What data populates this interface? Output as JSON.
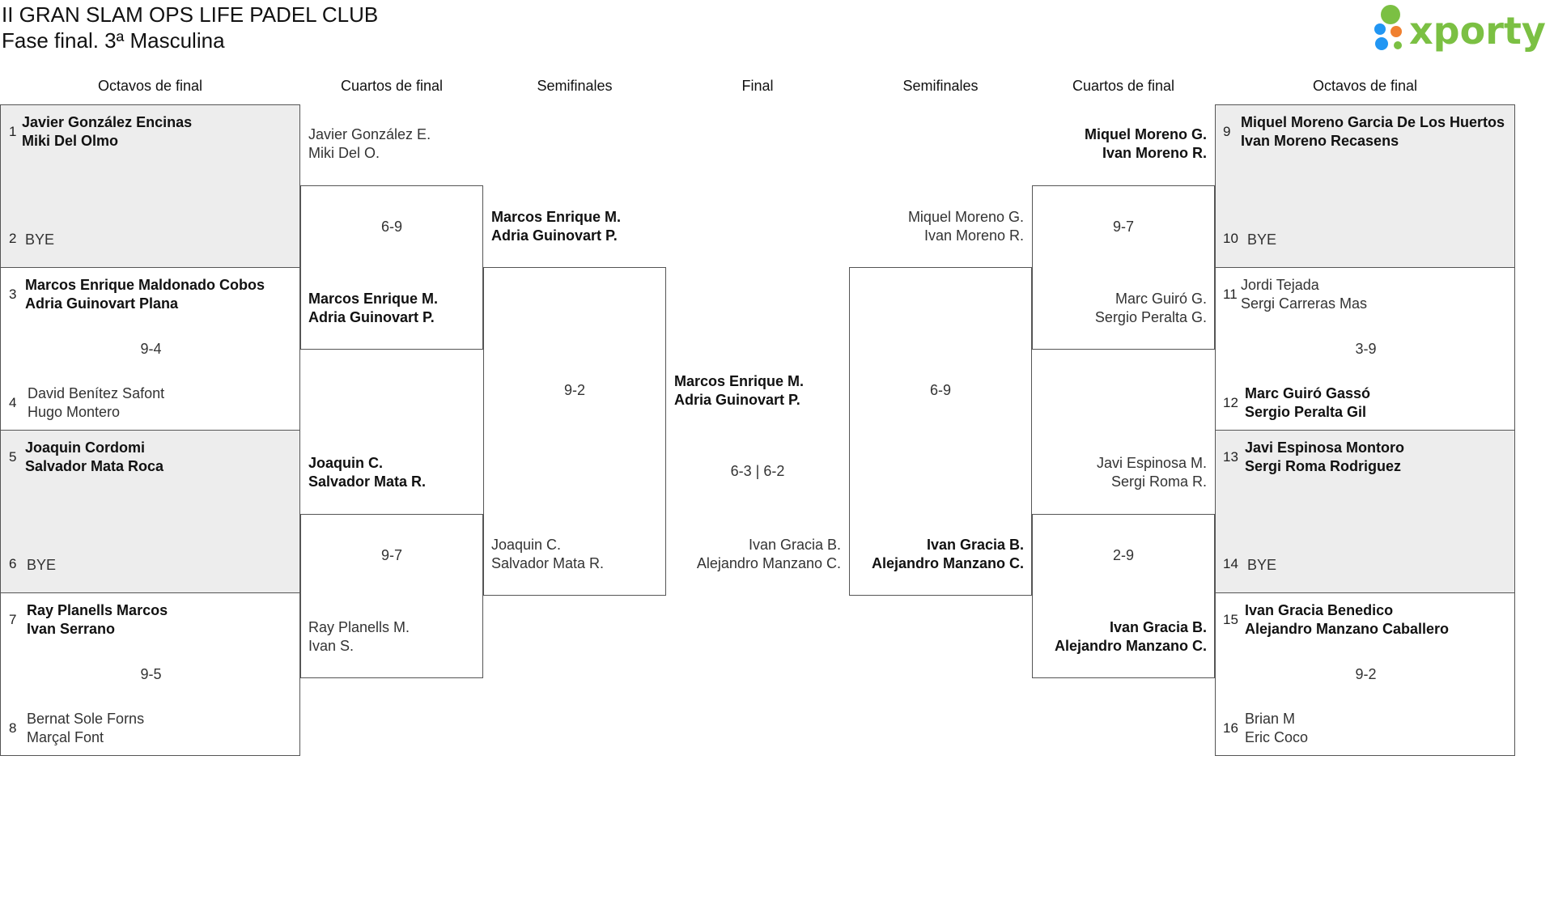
{
  "header": {
    "title": "II GRAN SLAM OPS LIFE PADEL CLUB",
    "subtitle": "Fase final. 3ª Masculina",
    "logo_text": "xporty",
    "logo_color": "#7bc043"
  },
  "columns": [
    "Octavos de final",
    "Cuartos de final",
    "Semifinales",
    "Final",
    "Semifinales",
    "Cuartos de final",
    "Octavos de final"
  ],
  "left_r16": [
    {
      "seed_a": "1",
      "a1": "Javier González Encinas",
      "a2": "Miki Del Olmo",
      "seed_b": "2",
      "b1": "BYE",
      "b2": "",
      "score": ""
    },
    {
      "seed_a": "3",
      "a1": "Marcos Enrique Maldonado Cobos",
      "a2": "Adria Guinovart Plana",
      "seed_b": "4",
      "b1": "David Benítez Safont",
      "b2": "Hugo Montero",
      "score": "9-4"
    },
    {
      "seed_a": "5",
      "a1": "Joaquin Cordomi",
      "a2": "Salvador Mata Roca",
      "seed_b": "6",
      "b1": "BYE",
      "b2": "",
      "score": ""
    },
    {
      "seed_a": "7",
      "a1": "Ray Planells Marcos",
      "a2": "Ivan Serrano",
      "seed_b": "8",
      "b1": "Bernat Sole Forns",
      "b2": "Marçal Font",
      "score": "9-5"
    }
  ],
  "left_qf": [
    {
      "a1": "Javier González E.",
      "a2": "Miki Del O.",
      "b1": "Marcos Enrique M.",
      "b2": "Adria Guinovart P.",
      "score": "6-9"
    },
    {
      "a1": "Joaquin C.",
      "a2": "Salvador Mata R.",
      "b1": "Ray Planells M.",
      "b2": "Ivan S.",
      "score": "9-7"
    }
  ],
  "left_sf": {
    "a1": "Marcos Enrique M.",
    "a2": "Adria Guinovart P.",
    "b1": "Joaquin C.",
    "b2": "Salvador Mata R.",
    "score": "9-2"
  },
  "final": {
    "a1": "Marcos Enrique M.",
    "a2": "Adria Guinovart P.",
    "b1": "Ivan Gracia B.",
    "b2": "Alejandro Manzano C.",
    "score": "6-3 | 6-2"
  },
  "right_sf": {
    "a1": "Miquel Moreno G.",
    "a2": "Ivan Moreno R.",
    "b1": "Ivan Gracia B.",
    "b2": "Alejandro Manzano C.",
    "score": "6-9"
  },
  "right_qf": [
    {
      "a1": "Miquel Moreno G.",
      "a2": "Ivan Moreno R.",
      "b1": "Marc Guiró G.",
      "b2": "Sergio Peralta G.",
      "score": "9-7"
    },
    {
      "a1": "Javi Espinosa M.",
      "a2": "Sergi Roma R.",
      "b1": "Ivan Gracia B.",
      "b2": "Alejandro Manzano C.",
      "score": "2-9"
    }
  ],
  "right_r16": [
    {
      "seed_a": "9",
      "a1": "Miquel Moreno Garcia De Los Huertos",
      "a2": "Ivan Moreno Recasens",
      "seed_b": "10",
      "b1": "BYE",
      "b2": "",
      "score": ""
    },
    {
      "seed_a": "11",
      "a1": "Jordi Tejada",
      "a2": "Sergi Carreras Mas",
      "seed_b": "12",
      "b1": "Marc Guiró Gassó",
      "b2": "Sergio Peralta Gil",
      "score": "3-9"
    },
    {
      "seed_a": "13",
      "a1": "Javi Espinosa Montoro",
      "a2": "Sergi Roma Rodriguez",
      "seed_b": "14",
      "b1": "BYE",
      "b2": "",
      "score": ""
    },
    {
      "seed_a": "15",
      "a1": "Ivan Gracia Benedico",
      "a2": "Alejandro Manzano Caballero",
      "seed_b": "16",
      "b1": "Brian M",
      "b2": "Eric Coco",
      "score": "9-2"
    }
  ]
}
